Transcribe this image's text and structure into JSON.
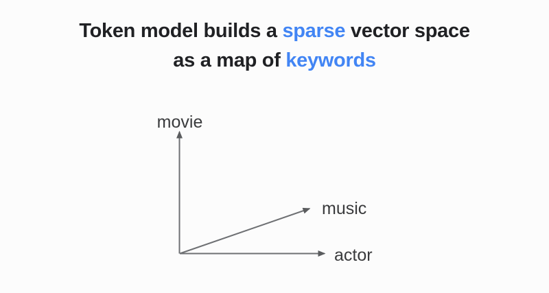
{
  "title": {
    "line1": [
      {
        "text": "Token model builds a "
      },
      {
        "text": "sparse",
        "accent": true
      },
      {
        "text": " vector space"
      }
    ],
    "line2": [
      {
        "text": "as a map of "
      },
      {
        "text": "keywords",
        "accent": true
      }
    ]
  },
  "diagram": {
    "axes": [
      {
        "label": "movie",
        "direction": "up"
      },
      {
        "label": "music",
        "direction": "diagonal-up-right"
      },
      {
        "label": "actor",
        "direction": "right"
      }
    ]
  },
  "colors": {
    "accent_blue": "#4285f4",
    "title_text": "#202124",
    "axis_gray": "#6e7073",
    "arrowhead_gray": "#5a5c5e",
    "label_text": "#3a3b3d",
    "background": "#fcfcfc"
  }
}
